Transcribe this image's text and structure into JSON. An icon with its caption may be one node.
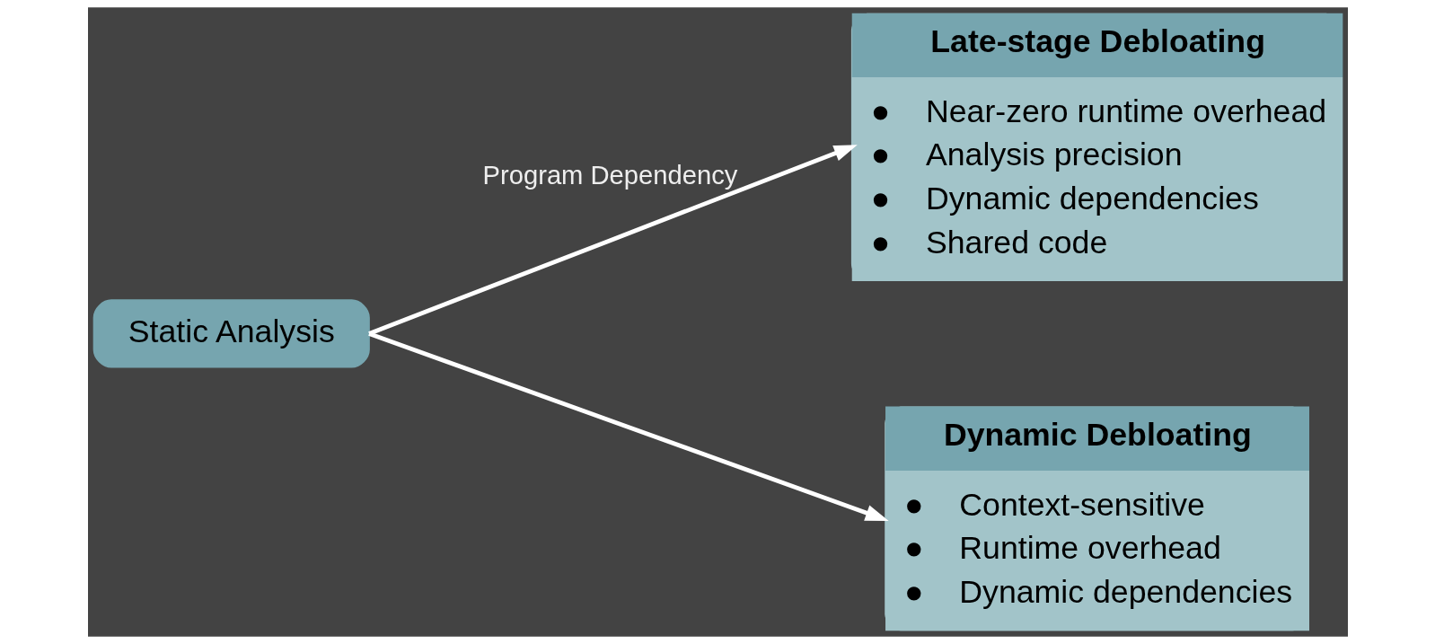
{
  "diagram": {
    "nodes": [
      {
        "text": [
          "Static Analysis"
        ]
      },
      {
        "text": [
          "Late-stage Debloating",
          "●    Near-zero runtime overhead",
          "●    Analysis precision",
          "●    Dynamic dependencies",
          "●    Shared code"
        ]
      },
      {
        "text": [
          "Dynamic Debloating",
          "●    Context-sensitive",
          "●    Runtime overhead",
          "●    Dynamic dependencies"
        ]
      }
    ],
    "edges": [
      {
        "from": 0,
        "to": 1,
        "arrow": "to",
        "label": "Program Dependency"
      },
      {
        "from": 0,
        "to": 2,
        "arrow": "to"
      }
    ]
  }
}
